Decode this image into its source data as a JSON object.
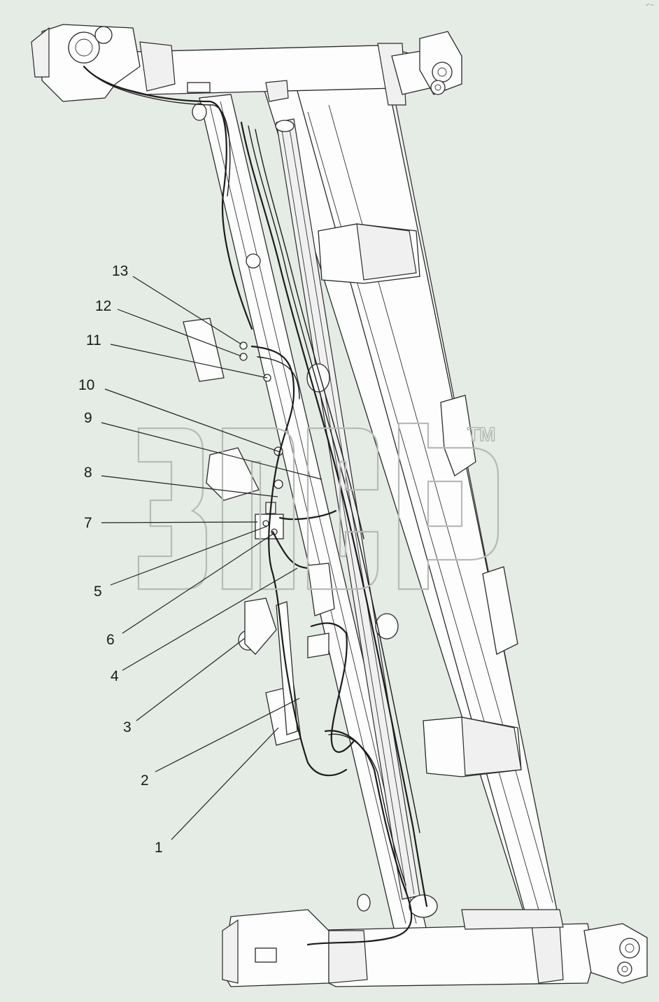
{
  "watermark": {
    "tm": "TM"
  },
  "corner_mark": "•° ~~",
  "callouts": [
    {
      "id": "13",
      "label": "13"
    },
    {
      "id": "12",
      "label": "12"
    },
    {
      "id": "11",
      "label": "11"
    },
    {
      "id": "10",
      "label": "10"
    },
    {
      "id": "9",
      "label": "9"
    },
    {
      "id": "8",
      "label": "8"
    },
    {
      "id": "7",
      "label": "7"
    },
    {
      "id": "5",
      "label": "5"
    },
    {
      "id": "6",
      "label": "6"
    },
    {
      "id": "4",
      "label": "4"
    },
    {
      "id": "3",
      "label": "3"
    },
    {
      "id": "2",
      "label": "2"
    },
    {
      "id": "1",
      "label": "1"
    }
  ]
}
